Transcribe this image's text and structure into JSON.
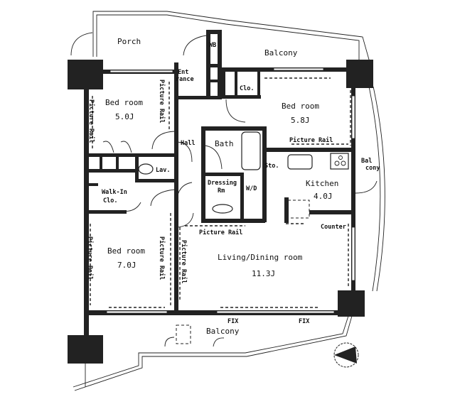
{
  "plan": {
    "rooms": [
      {
        "id": "porch",
        "name": "Porch"
      },
      {
        "id": "balcony_north",
        "name": "Balcony"
      },
      {
        "id": "wb",
        "name": "WB"
      },
      {
        "id": "entrance",
        "name_line1": "Ent",
        "name_line2": "rance"
      },
      {
        "id": "clo_entry",
        "name": "Clo."
      },
      {
        "id": "bedroom1",
        "name": "Bed room",
        "size": "5.0J"
      },
      {
        "id": "bedroom2",
        "name": "Bed room",
        "size": "5.8J"
      },
      {
        "id": "hall",
        "name": "Hall"
      },
      {
        "id": "bath",
        "name": "Bath"
      },
      {
        "id": "lav",
        "name": "Lav."
      },
      {
        "id": "walkin",
        "name_line1": "Walk-In",
        "name_line2": "Clo."
      },
      {
        "id": "dressing",
        "name_line1": "Dressing",
        "name_line2": "Rm"
      },
      {
        "id": "wd",
        "name": "W/D"
      },
      {
        "id": "sto",
        "name": "Sto."
      },
      {
        "id": "kitchen",
        "name": "Kitchen",
        "size": "4.0J"
      },
      {
        "id": "balcony_east",
        "name_line1": "Bal",
        "name_line2": "cony"
      },
      {
        "id": "bedroom3",
        "name": "Bed room",
        "size": "7.0J"
      },
      {
        "id": "living",
        "name": "Living/Dining room",
        "size": "11.3J"
      },
      {
        "id": "balcony_south",
        "name": "Balcony"
      }
    ],
    "annotations": {
      "picture_rail": "Picture Rail",
      "counter": "Counter",
      "fix_left": "FIX",
      "fix_right": "FIX"
    },
    "compass": {
      "direction": "west"
    }
  }
}
